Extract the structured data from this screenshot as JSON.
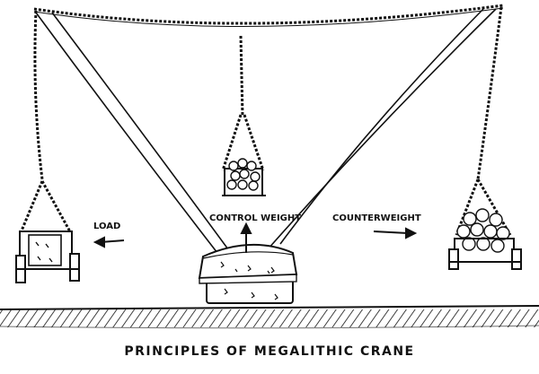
{
  "title": "PRINCIPLES OF MEGALITHIC CRANE",
  "labels": {
    "load": "LOAD",
    "control_weight": "CONTROL WEIGHT",
    "counterweight": "COUNTERWEIGHT"
  },
  "colors": {
    "ink": "#111111",
    "paper": "#ffffff"
  },
  "icons": {
    "load_arrow": "arrow-left-icon",
    "control_arrow": "arrow-up-icon",
    "counter_arrow": "arrow-right-icon"
  }
}
